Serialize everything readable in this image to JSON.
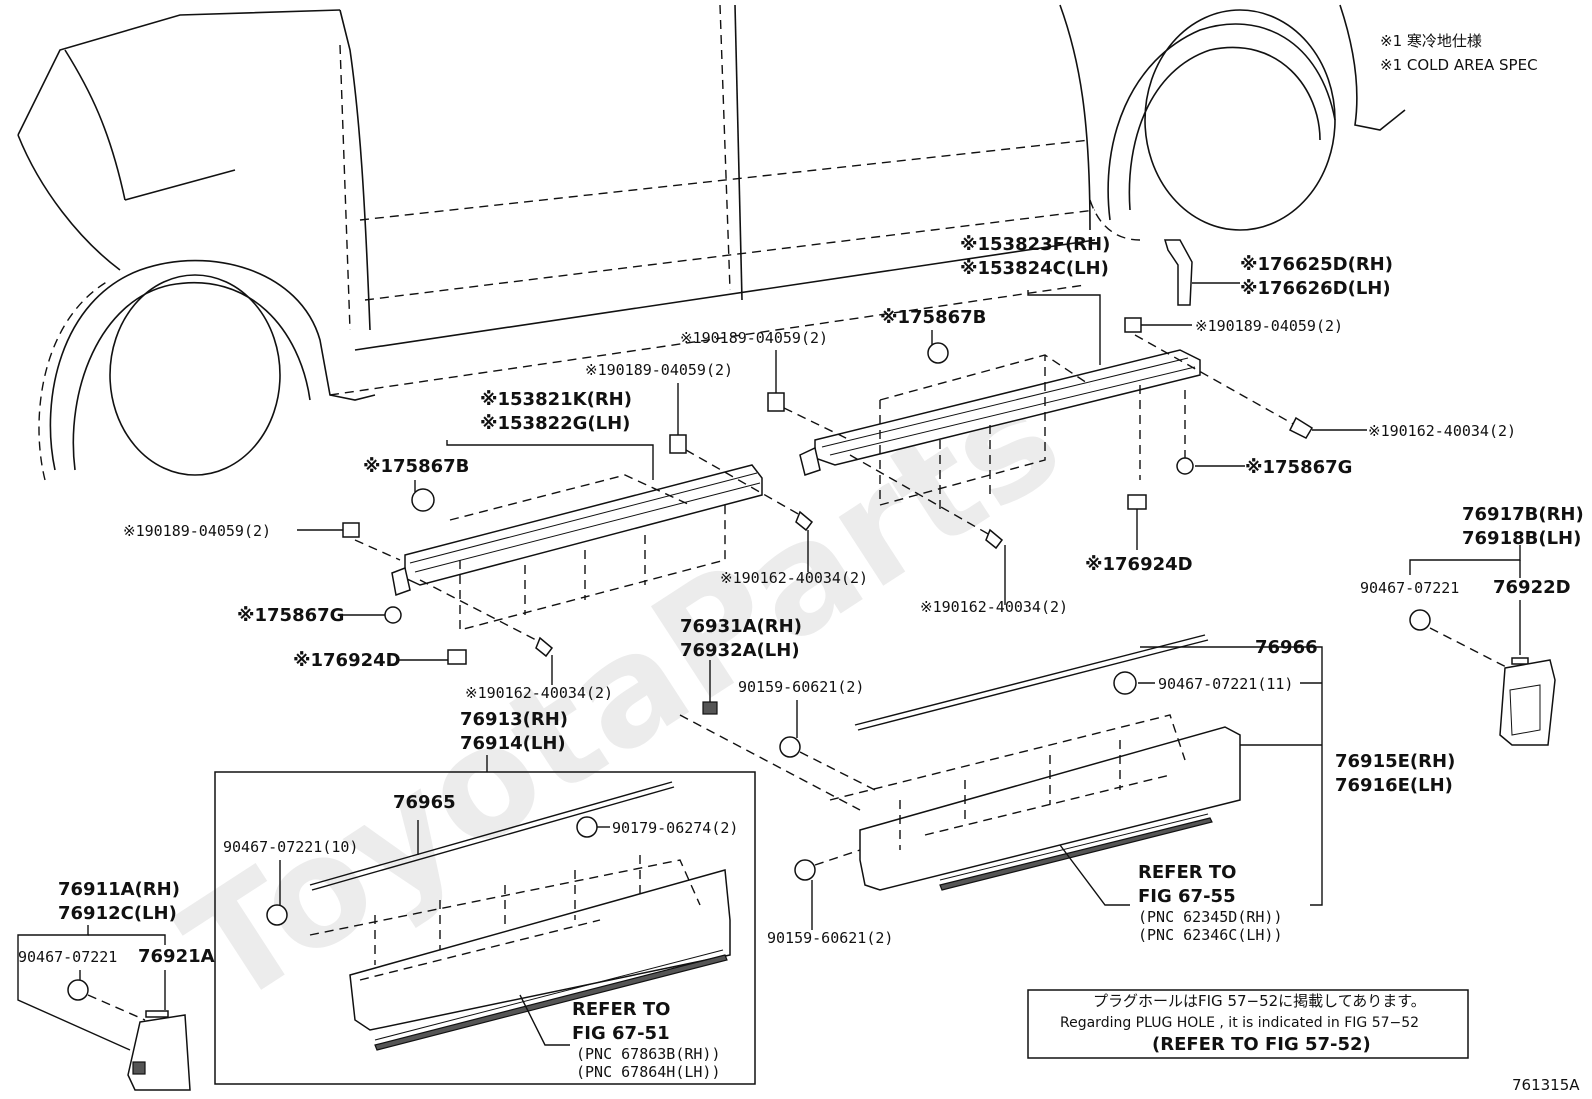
{
  "notes": {
    "cold_jp": "※1 寒冷地仕様",
    "cold_en": "※1 COLD AREA SPEC"
  },
  "watermark": "ToyotaParts",
  "figure_id": "761315A",
  "labels": {
    "l153823F": "※153823F(RH)",
    "l153824C": "※153824C(LH)",
    "l176625D": "※176625D(RH)",
    "l176626D": "※176626D(LH)",
    "l175867B_r": "※175867B",
    "l190189_r": "※190189-04059(2)",
    "l190189_m": "※190189-04059(2)",
    "l190189_c": "※190189-04059(2)",
    "l190189_l": "※190189-04059(2)",
    "l153821K": "※153821K(RH)",
    "l153822G": "※153822G(LH)",
    "l175867B_l": "※175867B",
    "l190162_r": "※190162-40034(2)",
    "l175867G_r": "※175867G",
    "l176924D_r": "※176924D",
    "l190162_c": "※190162-40034(2)",
    "l190162_m": "※190162-40034(2)",
    "l175867G_l": "※175867G",
    "l176924D_l": "※176924D",
    "l190162_l": "※190162-40034(2)",
    "l76917B": "76917B(RH)",
    "l76918B": "76918B(LH)",
    "l90467_rr": "90467-07221",
    "l76922D": "76922D",
    "l76966": "76966",
    "l76931A": "76931A(RH)",
    "l76932A": "76932A(LH)",
    "l90159_t": "90159-60621(2)",
    "l90467_11": "90467-07221(11)",
    "l76915E": "76915E(RH)",
    "l76916E": "76916E(LH)",
    "l76913": "76913(RH)",
    "l76914": "76914(LH)",
    "l76965": "76965",
    "l90467_10": "90467-07221(10)",
    "l90179": "90179-06274(2)",
    "l76911A": "76911A(RH)",
    "l76912C": "76912C(LH)",
    "l90467_ll": "90467-07221",
    "l76921A": "76921A",
    "l90159_b": "90159-60621(2)",
    "refer_r1": "REFER TO",
    "refer_r2": "FIG 67-55",
    "refer_r3": "(PNC 62345D(RH))",
    "refer_r4": "(PNC 62346C(LH))",
    "refer_l1": "REFER TO",
    "refer_l2": "FIG 67-51",
    "refer_l3": "(PNC 67863B(RH))",
    "refer_l4": "(PNC 67864H(LH))"
  },
  "plug_note": {
    "line_jp": "プラグホールはFIG 57−52に掲載してあります。",
    "line_en": "Regarding PLUG HOLE , it is indicated in FIG 57−52",
    "line_ref": "(REFER TO FIG 57-52)"
  }
}
